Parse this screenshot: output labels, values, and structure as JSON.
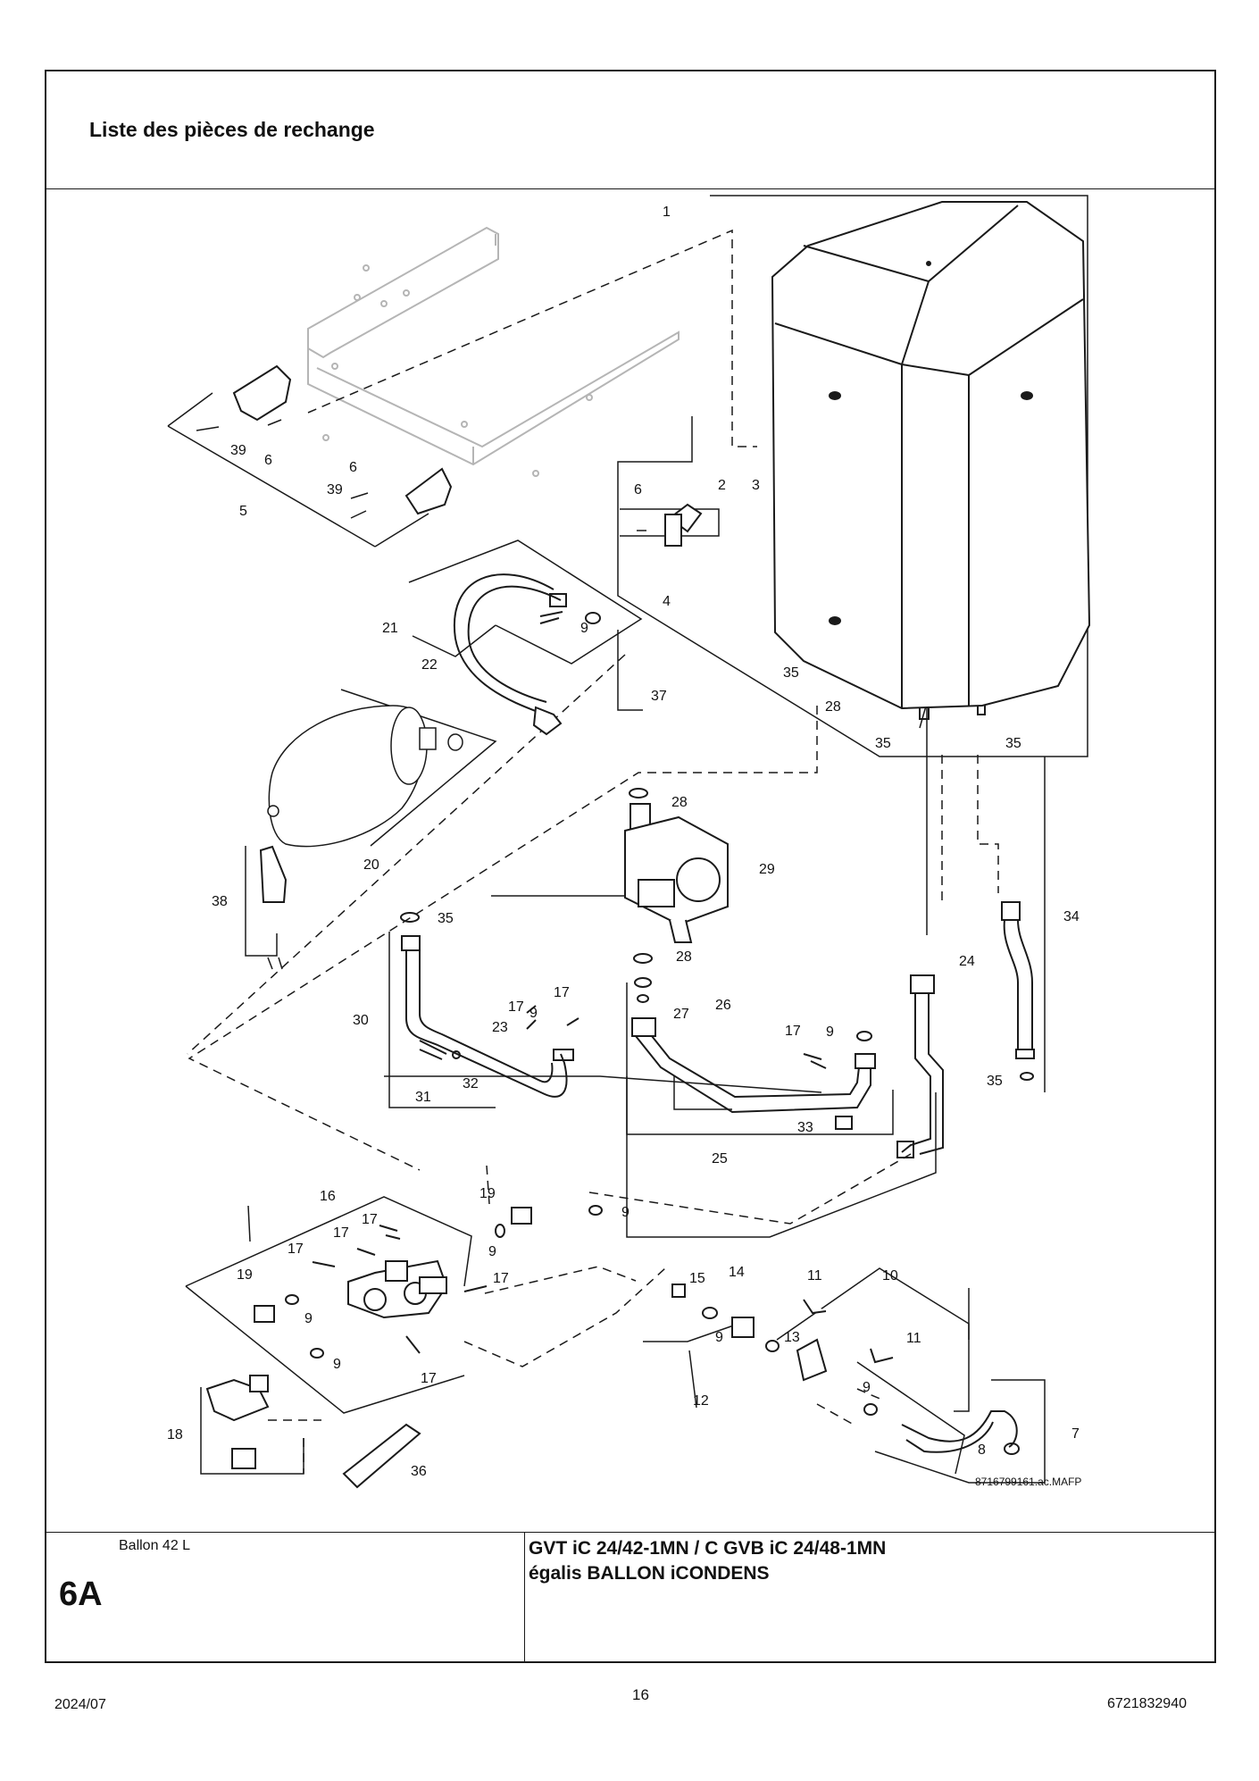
{
  "document": {
    "title": "Liste des pièces de rechange",
    "drawing_ref": "8716799161.ac.MAFP"
  },
  "title_block": {
    "description": "Ballon 42 L",
    "section_code": "6A",
    "model_line1": "GVT iC 24/42-1MN / C GVB iC 24/48-1MN",
    "model_line2": "égalis BALLON iCONDENS"
  },
  "footer": {
    "date": "2024/07",
    "page_number": "16",
    "document_number": "6721832940"
  },
  "part_labels": [
    "1",
    "2",
    "3",
    "4",
    "5",
    "6",
    "7",
    "8",
    "9",
    "10",
    "11",
    "12",
    "13",
    "14",
    "15",
    "16",
    "17",
    "18",
    "19",
    "20",
    "21",
    "22",
    "23",
    "24",
    "25",
    "26",
    "27",
    "28",
    "29",
    "30",
    "31",
    "32",
    "33",
    "34",
    "35",
    "36",
    "37",
    "38",
    "39"
  ],
  "colors": {
    "line": "#1a1a1a",
    "part_fill": "#ffffff",
    "ghost": "#b5b5b5"
  }
}
